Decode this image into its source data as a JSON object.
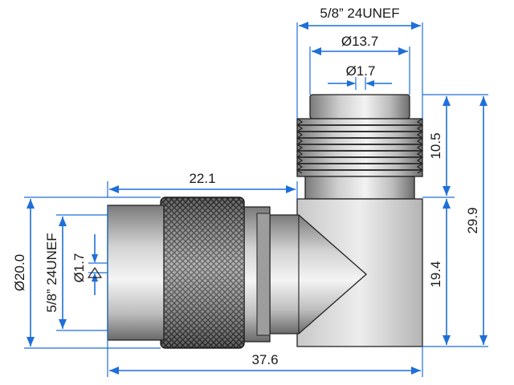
{
  "dimensions": {
    "top_thread": "5/8” 24UNEF",
    "top_diameter": "Ø13.7",
    "top_pin": "Ø1.7",
    "top_height": "10.5",
    "total_height": "29.9",
    "body_height": "19.4",
    "length_to_body": "22.1",
    "outer_diameter": "Ø20.0",
    "side_thread": "5/8” 24UNEF",
    "side_pin": "Ø1.7",
    "total_length": "37.6"
  },
  "colors": {
    "dimension": "#1e6fd8",
    "outline": "#222222",
    "text": "#1a1a1a"
  }
}
